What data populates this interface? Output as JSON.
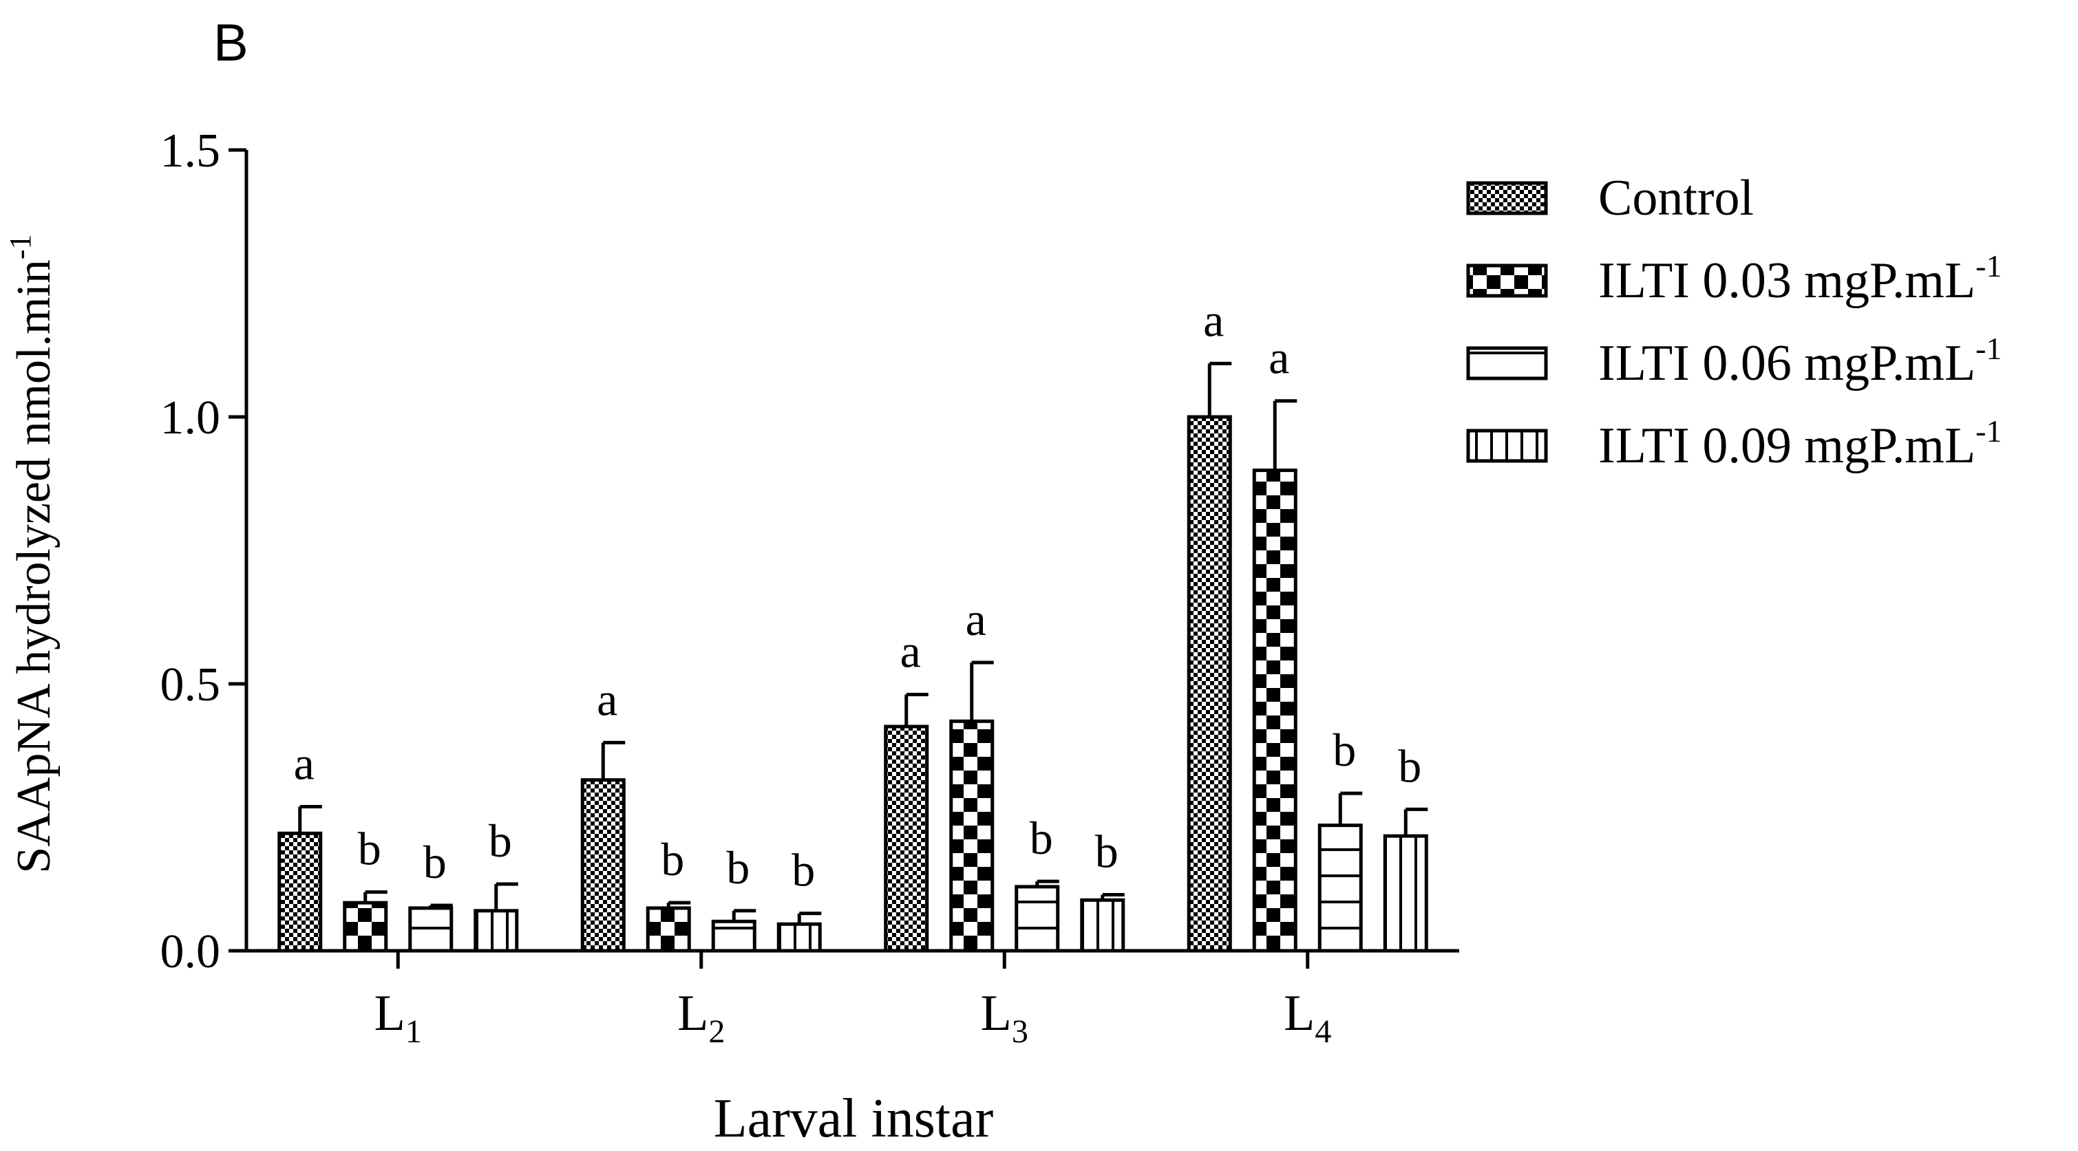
{
  "panel_label": "B",
  "chart_data": {
    "type": "bar",
    "xlabel": "Larval instar",
    "ylabel_main": "SAApNA hydrolyzed nmol.min",
    "ylabel_sup": "-1",
    "ylim": [
      0,
      1.5
    ],
    "yticks": [
      "0.0",
      "0.5",
      "1.0",
      "1.5"
    ],
    "ytick_values": [
      0,
      0.5,
      1.0,
      1.5
    ],
    "categories": [
      {
        "main": "L",
        "sub": "1"
      },
      {
        "main": "L",
        "sub": "2"
      },
      {
        "main": "L",
        "sub": "3"
      },
      {
        "main": "L",
        "sub": "4"
      }
    ],
    "legend_position": "top-right",
    "series": [
      {
        "name": "Control",
        "name_sup": "",
        "pattern": "fine-check",
        "values": [
          0.22,
          0.32,
          0.42,
          1.0
        ],
        "errors": [
          0.05,
          0.07,
          0.06,
          0.1
        ],
        "letters": [
          "a",
          "a",
          "a",
          "a"
        ]
      },
      {
        "name": "ILTI 0.03 mgP.mL",
        "name_sup": "-1",
        "pattern": "coarse-check",
        "values": [
          0.09,
          0.08,
          0.43,
          0.9
        ],
        "errors": [
          0.02,
          0.01,
          0.11,
          0.13
        ],
        "letters": [
          "b",
          "b",
          "a",
          "a"
        ]
      },
      {
        "name": "ILTI 0.06 mgP.mL",
        "name_sup": "-1",
        "pattern": "horizontal",
        "values": [
          0.08,
          0.055,
          0.12,
          0.235
        ],
        "errors": [
          0.005,
          0.02,
          0.01,
          0.06
        ],
        "letters": [
          "b",
          "b",
          "b",
          "b"
        ]
      },
      {
        "name": "ILTI 0.09 mgP.mL",
        "name_sup": "-1",
        "pattern": "vertical",
        "values": [
          0.075,
          0.05,
          0.095,
          0.215
        ],
        "errors": [
          0.05,
          0.02,
          0.01,
          0.05
        ],
        "letters": [
          "b",
          "b",
          "b",
          "b"
        ]
      }
    ]
  }
}
